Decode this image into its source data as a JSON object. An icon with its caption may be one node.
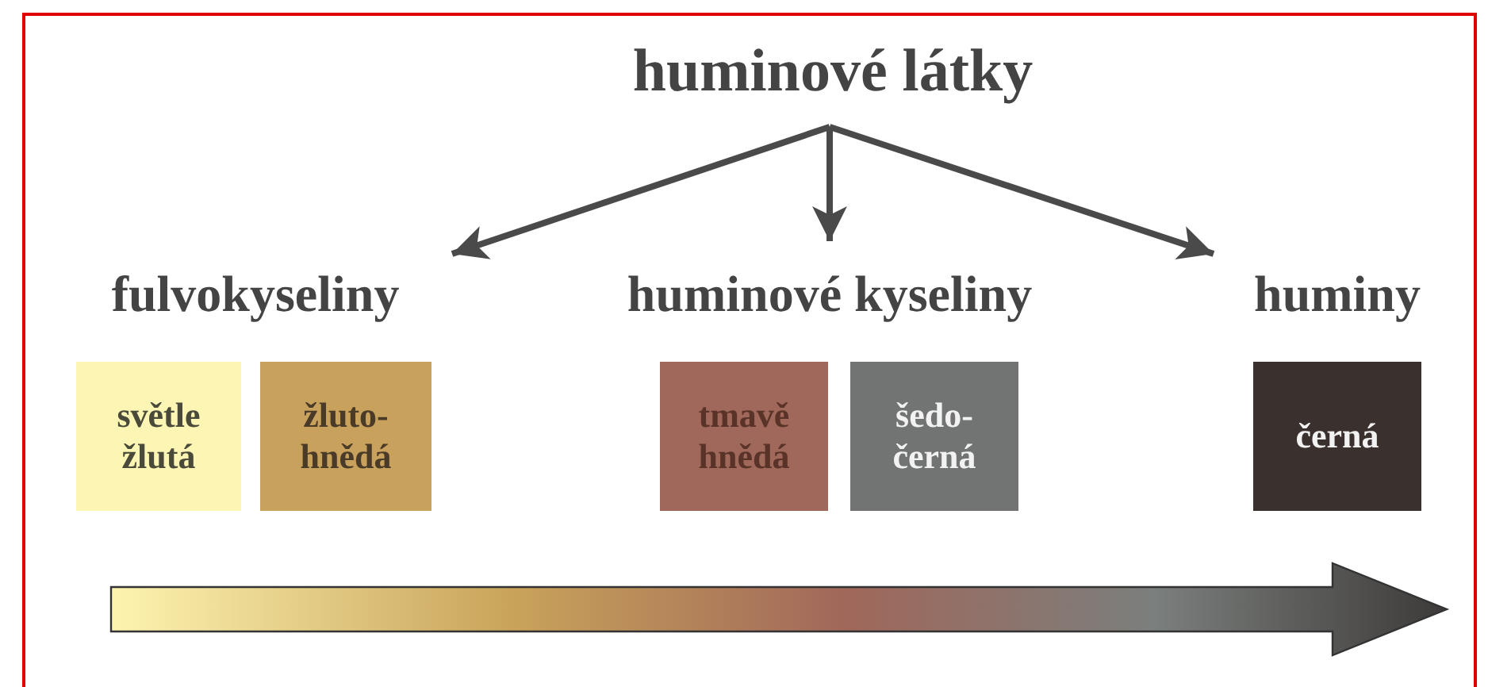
{
  "diagram": {
    "nodes": [
      {
        "text": [
          "huminové látky"
        ]
      },
      {
        "text": [
          "fulvokyseliny"
        ]
      },
      {
        "text": [
          "huminové kyseliny"
        ]
      },
      {
        "text": [
          "huminy"
        ]
      },
      {
        "text": [
          "světle žlutá"
        ]
      },
      {
        "text": [
          "žluto- hnědá"
        ]
      },
      {
        "text": [
          "tmavě hnědá"
        ]
      },
      {
        "text": [
          "šedo- černá"
        ]
      },
      {
        "text": [
          "černá"
        ]
      }
    ],
    "edges": [
      {
        "from": 0,
        "to": 1,
        "arrow": "to"
      },
      {
        "from": 0,
        "to": 2,
        "arrow": "to"
      },
      {
        "from": 0,
        "to": 3,
        "arrow": "to"
      }
    ]
  }
}
